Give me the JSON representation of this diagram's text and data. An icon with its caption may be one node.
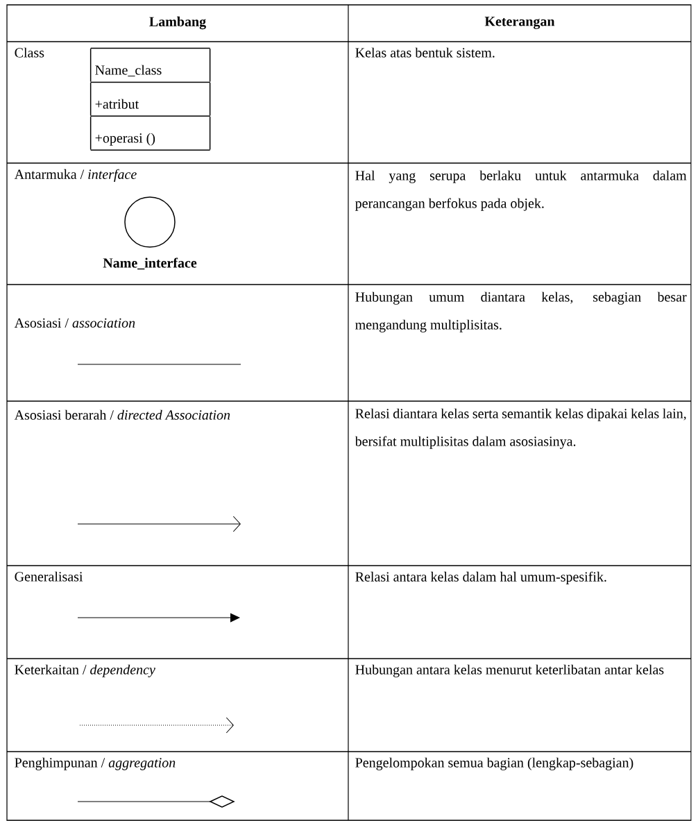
{
  "diagram": {
    "nodes": [
      {
        "text": [
          "Name_class",
          "+atribut",
          "+operasi ()"
        ]
      },
      {
        "text": [],
        "shape": "circle",
        "beside": [
          "Name_interface"
        ]
      }
    ],
    "labels": [
      "Lambang",
      "Keterangan",
      "Class",
      "Kelas atas bentuk sistem.",
      "Antarmuka / *interface*",
      "Hal yang serupa berlaku untuk antarmuka dalam perancangan berfokus pada objek.",
      "Asosiasi / *association*",
      "Hubungan umum diantara kelas, sebagian besar mengandung multiplisitas.",
      "Asosiasi berarah / *directed Association*",
      "Relasi diantara kelas serta semantik kelas dipakai kelas lain, bersifat multiplisitas dalam asosiasinya.",
      "Generalisasi",
      "Relasi antara kelas dalam hal umum-spesifik.",
      "Keterkaitan / *dependency*",
      "Hubungan antara kelas menurut keterlibatan antar kelas",
      "Penghimpunan / *aggregation*",
      "Pengelompokan semua bagian (lengkap-sebagian)"
    ]
  }
}
